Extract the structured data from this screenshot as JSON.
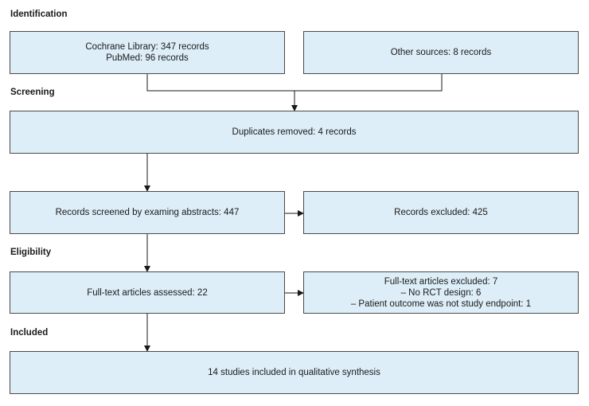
{
  "stages": {
    "identification": "Identification",
    "screening": "Screening",
    "eligibility": "Eligibility",
    "included": "Included"
  },
  "boxes": {
    "cochrane": [
      "Cochrane Library: 347 records",
      "PubMed: 96 records"
    ],
    "other_sources": "Other sources: 8 records",
    "duplicates": "Duplicates removed: 4 records",
    "screened": "Records screened by examing abstracts: 447",
    "excluded": "Records excluded: 425",
    "fulltext_assessed": "Full-text articles assessed: 22",
    "fulltext_excluded": [
      "Full-text articles excluded: 7",
      "– No RCT design: 6",
      "– Patient outcome was not study endpoint: 1"
    ],
    "included": "14 studies included in qualitative synthesis"
  },
  "colors": {
    "box_fill": "#ddeef8",
    "border": "#4a4a4a"
  }
}
